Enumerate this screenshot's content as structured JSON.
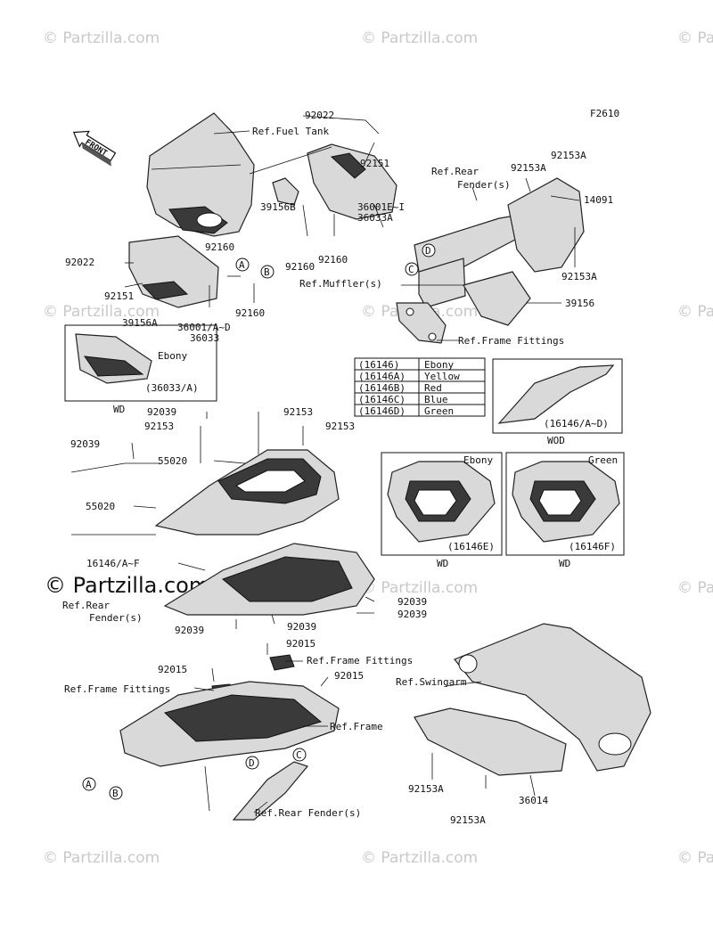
{
  "diagram_code": "F2610",
  "watermark": "© Partzilla.com",
  "front_label": "FRONT",
  "labels": {
    "ref_fuel_tank": "Ref.Fuel Tank",
    "p92022_top": "92022",
    "p92151_top": "92151",
    "p39156B": "39156B",
    "p36001EI": "36001E~I",
    "p36033A": "36033A",
    "p92160_a": "92160",
    "p92160_b": "92160",
    "p92160_c": "92160",
    "p92160_d": "92160",
    "p92022_left": "92022",
    "p92151_left": "92151",
    "p39156A": "39156A",
    "p36001AD": "36001/A~D",
    "p36033": "36033",
    "ref_rear_fender_top_1": "Ref.Rear",
    "ref_rear_fender_top_2": "Fender(s)",
    "p92153A_1": "92153A",
    "p92153A_2": "92153A",
    "p92153A_3": "92153A",
    "p14091": "14091",
    "ref_muffler": "Ref.Muffler(s)",
    "p39156": "39156",
    "ref_frame_fittings_top": "Ref.Frame Fittings",
    "inset_ebony": "Ebony",
    "inset_36033A": "(36033/A)",
    "wd_1": "WD",
    "p92039_1": "92039",
    "p92153_1": "92153",
    "p92153_2": "92153",
    "p92153_3": "92153",
    "p92039_2": "92039",
    "p55020_1": "55020",
    "p55020_2": "55020",
    "p16146AF": "16146/A~F",
    "inset_16146AD": "(16146/A~D)",
    "wod": "WOD",
    "cowl_e_color": "Ebony",
    "cowl_e_part": "(16146E)",
    "cowl_f_color": "Green",
    "cowl_f_part": "(16146F)",
    "wd_2": "WD",
    "wd_3": "WD",
    "ref_rear_fender_mid_1": "Ref.Rear",
    "ref_rear_fender_mid_2": "Fender(s)",
    "p92039_3": "92039",
    "p92039_4": "92039",
    "p92039_5": "92039",
    "p92039_6": "92039",
    "p92015_1": "92015",
    "p92015_2": "92015",
    "p92015_3": "92015",
    "ref_frame_fittings_mid": "Ref.Frame Fittings",
    "ref_frame_fittings_left": "Ref.Frame Fittings",
    "ref_swingarm": "Ref.Swingarm",
    "ref_frame": "Ref.Frame",
    "ref_rear_fender_bottom": "Ref.Rear Fender(s)",
    "p92153A_4": "92153A",
    "p92153A_5": "92153A",
    "p36014": "36014"
  },
  "markers": {
    "A": "A",
    "B": "B",
    "C": "C",
    "D": "D"
  },
  "color_table": {
    "rows": [
      {
        "part": "(16146)",
        "color": "Ebony"
      },
      {
        "part": "(16146A)",
        "color": "Yellow"
      },
      {
        "part": "(16146B)",
        "color": "Red"
      },
      {
        "part": "(16146C)",
        "color": "Blue"
      },
      {
        "part": "(16146D)",
        "color": "Green"
      }
    ]
  }
}
